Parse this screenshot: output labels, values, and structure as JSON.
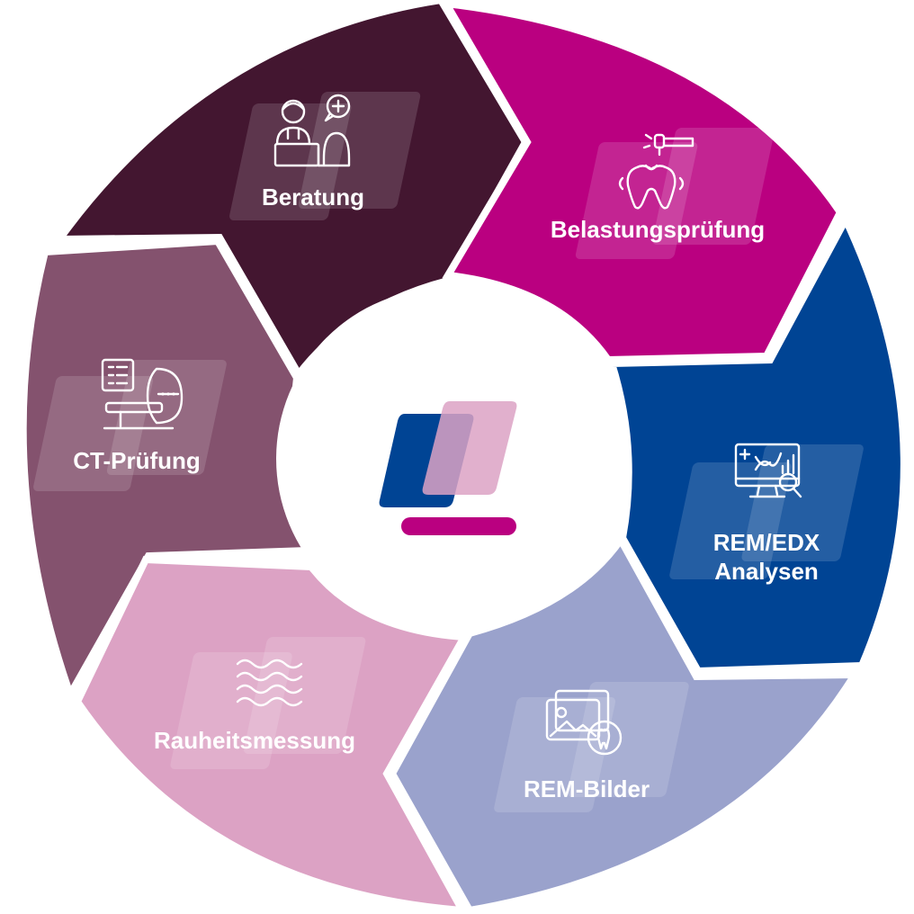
{
  "diagram": {
    "segments": [
      {
        "id": "beratung",
        "label": "Beratung",
        "color": "#431630",
        "icon": "doctor-consultation-icon"
      },
      {
        "id": "belastung",
        "label": "Belastungsprüfung",
        "color": "#BA0080",
        "icon": "tooth-drill-icon"
      },
      {
        "id": "rem-edx",
        "label": "REM/EDX",
        "label2": "Analysen",
        "color": "#004494",
        "icon": "monitor-dna-analysis-icon"
      },
      {
        "id": "rem-bilder",
        "label": "REM-Bilder",
        "color": "#9AA2CC",
        "icon": "tooth-image-gallery-icon"
      },
      {
        "id": "rauheit",
        "label": "Rauheitsmessung",
        "color": "#DCA2C4",
        "icon": "surface-waves-icon"
      },
      {
        "id": "ct",
        "label": "CT-Prüfung",
        "color": "#84526E",
        "icon": "ct-scanner-icon"
      }
    ],
    "center": {
      "icon": "company-logo-icon",
      "colors": {
        "blue": "#004494",
        "pink": "#DCA2C4",
        "magenta": "#BA0080"
      }
    }
  }
}
